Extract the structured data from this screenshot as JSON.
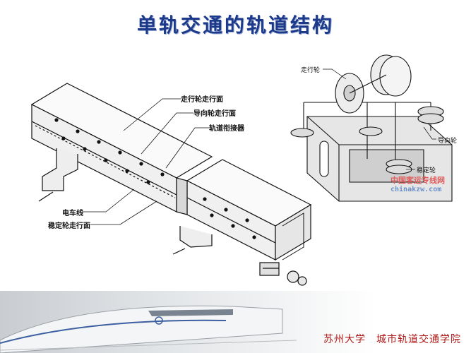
{
  "title": "单轨交通的轨道结构",
  "beam_labels": {
    "running_surface": "走行轮走行面",
    "guide_surface": "导向轮走行面",
    "joint_device": "轨道衔接器",
    "power_line": "电车线",
    "stabilizer_surface": "稳定轮走行面"
  },
  "wheel_labels": {
    "running_wheel": "走行轮",
    "guide_wheel": "导向轮",
    "stabilizer_wheel": "稳定轮"
  },
  "watermark": {
    "site_name": "中国客运专线网",
    "url": "chinakzw.com"
  },
  "footer": "苏州大学　城市轨道交通学院",
  "colors": {
    "title": "#1d3a8a",
    "footer_text": "#b01818",
    "watermark_red": "#e05a5a",
    "watermark_blue": "#6c8fc9"
  }
}
